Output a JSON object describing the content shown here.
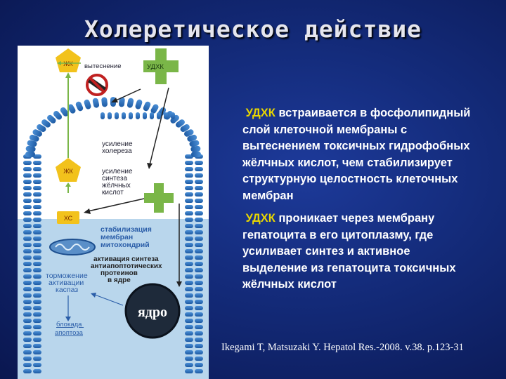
{
  "title": "Холеретическое действие",
  "diagram": {
    "zhk_top": "ЖК",
    "displacement": "вытеснение",
    "udca_top": "УДХК",
    "choleresis": [
      "усиление",
      "холереза"
    ],
    "zhk_mid": "ЖК",
    "synthesis": [
      "усиление",
      "синтеза",
      "жёлчных",
      "кислот"
    ],
    "xc": "ХС",
    "stabilization": [
      "стабилизация",
      "мембран",
      "митохондрий"
    ],
    "activation": [
      "активация синтеза",
      "антиапоптотических",
      "протеинов",
      "в ядре"
    ],
    "inhibition": [
      "торможение",
      "активации",
      "каспаз"
    ],
    "apoptosis_block": [
      "блокада",
      "апоптоза"
    ],
    "nucleus": "ядро"
  },
  "paragraph1": {
    "highlight": "УДХК",
    "lines": [
      "встраивается в фосфолипидный",
      "слой клеточной мембраны с",
      "вытеснением токсичных гидрофобных",
      "жёлчных кислот, чем стабилизирует",
      "структурную целостность клеточных",
      "мембран"
    ]
  },
  "paragraph2": {
    "highlight": "УДХК",
    "lines": [
      "проникает через мембрану",
      "гепатоцита в его цитоплазму, где",
      "усиливает синтез и активное",
      "выделение из гепатоцита токсичных",
      "жёлчных кислот"
    ]
  },
  "citation": "Ikegami T, Matsuzaki Y. Hepatol Res.-2008. v.38. p.123-31",
  "colors": {
    "background": "#132a78",
    "highlight": "#e8d600",
    "pentagon": "#f2c21c",
    "cross": "#7ab648",
    "cell_blue": "#2b6fb8",
    "nucleus": "#1e2a3a"
  }
}
